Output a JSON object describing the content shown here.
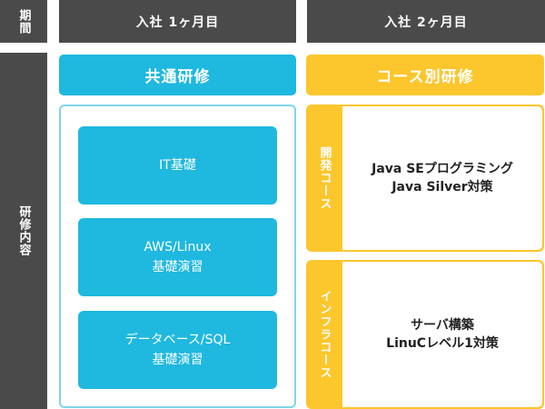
{
  "header": {
    "period_label": "期間",
    "month1": "入社 1ヶ月目",
    "month2": "入社 2ヶ月目"
  },
  "side": {
    "content_label": "研修内容"
  },
  "common": {
    "title": "共通研修",
    "modules": [
      {
        "line1": "IT基礎",
        "line2": ""
      },
      {
        "line1": "AWS/Linux",
        "line2": "基礎演習"
      },
      {
        "line1": "データベース/SQL",
        "line2": "基礎演習"
      }
    ]
  },
  "courses": {
    "title": "コース別研修",
    "items": [
      {
        "tab": "開発コース",
        "line1": "Java SEプログラミング",
        "line2": "Java Silver対策"
      },
      {
        "tab": "インフラコース",
        "line1": "サーバ構築",
        "line2": "LinuCレベル1対策"
      }
    ]
  },
  "colors": {
    "dark": "#4a4a4a",
    "cyan": "#1fb8df",
    "cyan_border": "#7fd6ea",
    "yellow": "#fcc62d"
  }
}
